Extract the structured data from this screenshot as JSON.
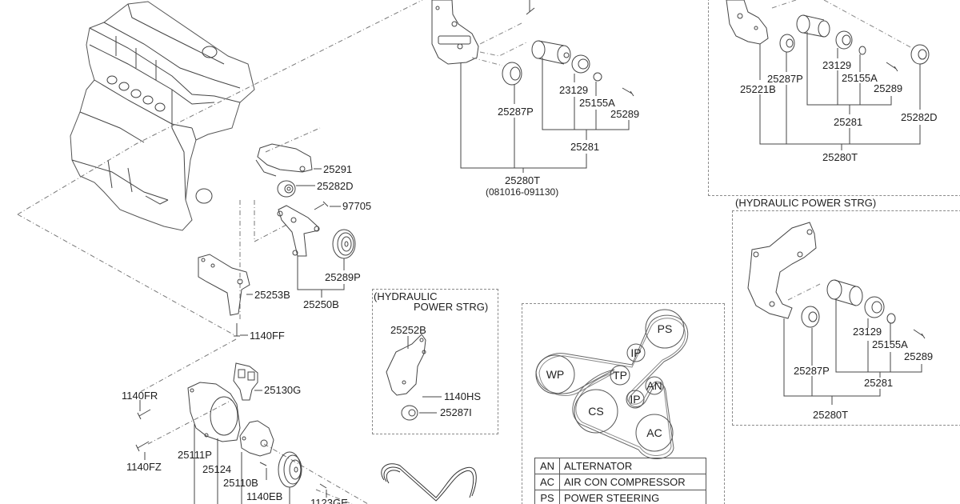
{
  "diagram": {
    "title": "Engine accessory drive / belt tensioner parts diagram",
    "groups": {
      "engine_assembly": {
        "labels": [
          "25291",
          "25282D",
          "97705",
          "25289P",
          "25253B",
          "25250B",
          "1140FF"
        ]
      },
      "tensioner_top_center": {
        "labels": [
          "25287P",
          "23129",
          "25155A",
          "25289",
          "25281",
          "25280T"
        ],
        "date_range": "(081016-091130)"
      },
      "tensioner_top_right": {
        "labels": [
          "25287P",
          "25221B",
          "23129",
          "25155A",
          "25289",
          "25282D",
          "25281",
          "25280T"
        ]
      },
      "hydraulic_power_strg_right": {
        "header": "(HYDRAULIC POWER STRG)",
        "labels": [
          "23129",
          "25155A",
          "25289",
          "25287P",
          "25281",
          "25280T"
        ]
      },
      "hydraulic_power_strg_small": {
        "header_line1": "(HYDRAULIC",
        "header_line2": "POWER STRG)",
        "labels": [
          "25252B",
          "1140HS",
          "25287I"
        ]
      },
      "water_pump": {
        "labels": [
          "1140FR",
          "25130G",
          "1140FZ",
          "25111P",
          "25124",
          "25110B",
          "1140EB",
          "1123GE"
        ]
      },
      "belt_routing": {
        "pulleys": [
          "PS",
          "IP",
          "WP",
          "TP",
          "IP",
          "AN",
          "CS",
          "AC"
        ],
        "legend": [
          {
            "code": "AN",
            "description": "ALTERNATOR"
          },
          {
            "code": "AC",
            "description": "AIR CON COMPRESSOR"
          },
          {
            "code": "PS",
            "description": "POWER STEERING"
          }
        ]
      }
    }
  }
}
